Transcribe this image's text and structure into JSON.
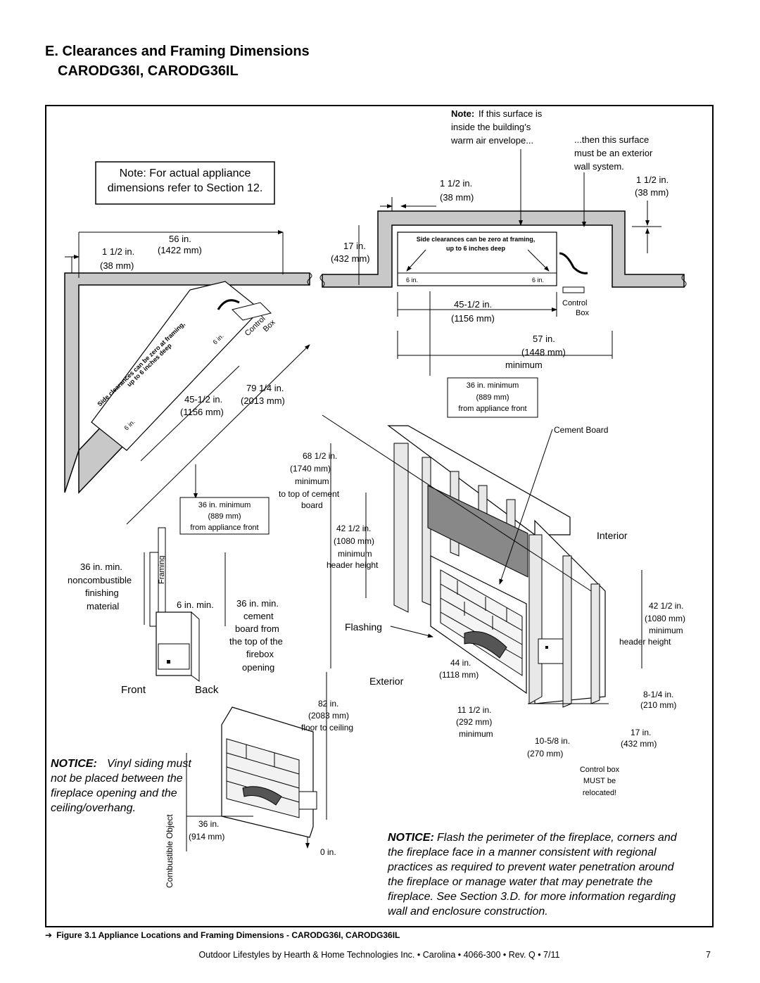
{
  "heading": {
    "line1": "E. Clearances and Framing Dimensions",
    "line2": "CARODG36I, CARODG36IL"
  },
  "note_box": {
    "line1": "Note: For actual appliance",
    "line2": "dimensions refer to Section 12."
  },
  "envelope_note": {
    "bold": "Note:",
    "line1": "If this surface is",
    "line2": "inside the building’s",
    "line3": "warm air envelope...",
    "then1": "...then this surface",
    "then2": "must be an exterior",
    "then3": "wall system."
  },
  "corner": {
    "dim_56": "56 in.",
    "dim_56mm": "(1422 mm)",
    "dim_1half": "1 1/2 in.",
    "dim_38mm": "(38 mm)",
    "side1": "Side clearances can be zero at framing,",
    "side2": "up to 6 inches deep",
    "six_a": "6 in.",
    "six_b": "6 in.",
    "control": "Control",
    "box": "Box",
    "dim_455": "45-1/2 in.",
    "dim_1156": "(1156 mm)",
    "dim_79": "79 1/4 in.",
    "dim_2013": "(2013 mm)",
    "min36_1": "36 in. minimum",
    "min36_2": "(889 mm)",
    "min36_3": "from appliance front"
  },
  "straight": {
    "dim_1half_a": "1 1/2 in.",
    "dim_38_a": "(38 mm)",
    "dim_1half_b": "1 1/2 in.",
    "dim_38_b": "(38 mm)",
    "dim_17": "17 in.",
    "dim_432": "(432 mm)",
    "side_text1": "Side clearances can be zero at framing,",
    "side_text2": "up to 6 inches deep",
    "six_a": "6 in.",
    "six_b": "6 in.",
    "control": "Control",
    "box": "Box",
    "dim_455": "45-1/2 in.",
    "dim_1156": "(1156 mm)",
    "dim_57": "57 in.",
    "dim_1448": "(1448 mm)",
    "minimum": "minimum",
    "min36_1": "36 in. minimum",
    "min36_2": "(889 mm)",
    "min36_3": "from appliance front"
  },
  "side_view": {
    "framing": "Framing",
    "left1": "36 in. min.",
    "left2": "noncombustible",
    "left3": "finishing",
    "left4": "material",
    "six_min": "6 in. min.",
    "r1": "36 in. min.",
    "r2": "cement",
    "r3": "board from",
    "r4": "the top of the",
    "r5": "firebox",
    "r6": "opening",
    "front": "Front",
    "back": "Back"
  },
  "framing_view": {
    "cement_board": "Cement Board",
    "d68_1": "68 1/2 in.",
    "d68_2": "(1740 mm)",
    "d68_3": "minimum",
    "d68_4": "to top of cement",
    "d68_5": "board",
    "d42_1": "42 1/2 in.",
    "d42_2": "(1080 mm)",
    "d42_3": "minimum",
    "d42_4": "header height",
    "interior": "Interior",
    "r42_1": "42 1/2 in.",
    "r42_2": "(1080 mm)",
    "r42_3": "minimum",
    "r42_4": "header height",
    "flashing": "Flashing",
    "d44_1": "44 in.",
    "d44_2": "(1118 mm)",
    "exterior": "Exterior",
    "d825_1": "8-1/4 in.",
    "d825_2": "(210 mm)",
    "d11_1": "11 1/2 in.",
    "d11_2": "(292 mm)",
    "d11_3": "minimum",
    "d17_1": "17 in.",
    "d17_2": "(432 mm)",
    "d1058_1": "10-5/8 in.",
    "d1058_2": "(270 mm)",
    "cb1": "Control box",
    "cb2": "MUST be",
    "cb3": "relocated!"
  },
  "ceiling_view": {
    "d82_1": "82 in.",
    "d82_2": "(2083 mm)",
    "d82_3": "floor to ceiling",
    "d36_1": "36 in.",
    "d36_2": "(914 mm)",
    "zero": "0 in.",
    "combustible": "Combustible Object"
  },
  "notice_vinyl": {
    "bold": "NOTICE:",
    "l1": "Vinyl siding must",
    "l2": "not be placed between the",
    "l3": "fireplace opening and the",
    "l4": "ceiling/overhang."
  },
  "notice_flash": {
    "bold": "NOTICE:",
    "l1": "Flash the perimeter of the fireplace, corners and",
    "l2": "the fireplace face in a manner consistent with regional",
    "l3": "practices as required to prevent water penetration around",
    "l4": "the fireplace or manage water that may penetrate the",
    "l5": "fireplace. See Section 3.D. for more information regarding",
    "l6": "wall and enclosure construction."
  },
  "caption": {
    "arrow": "➔",
    "label": "Figure 3.1    Appliance Locations and Framing Dimensions - CARODG36I, CARODG36IL"
  },
  "footer": {
    "text": "Outdoor Lifestyles by Hearth & Home Technologies Inc.  •  Carolina  •  4066-300  •  Rev. Q  •  7/11",
    "page": "7"
  }
}
